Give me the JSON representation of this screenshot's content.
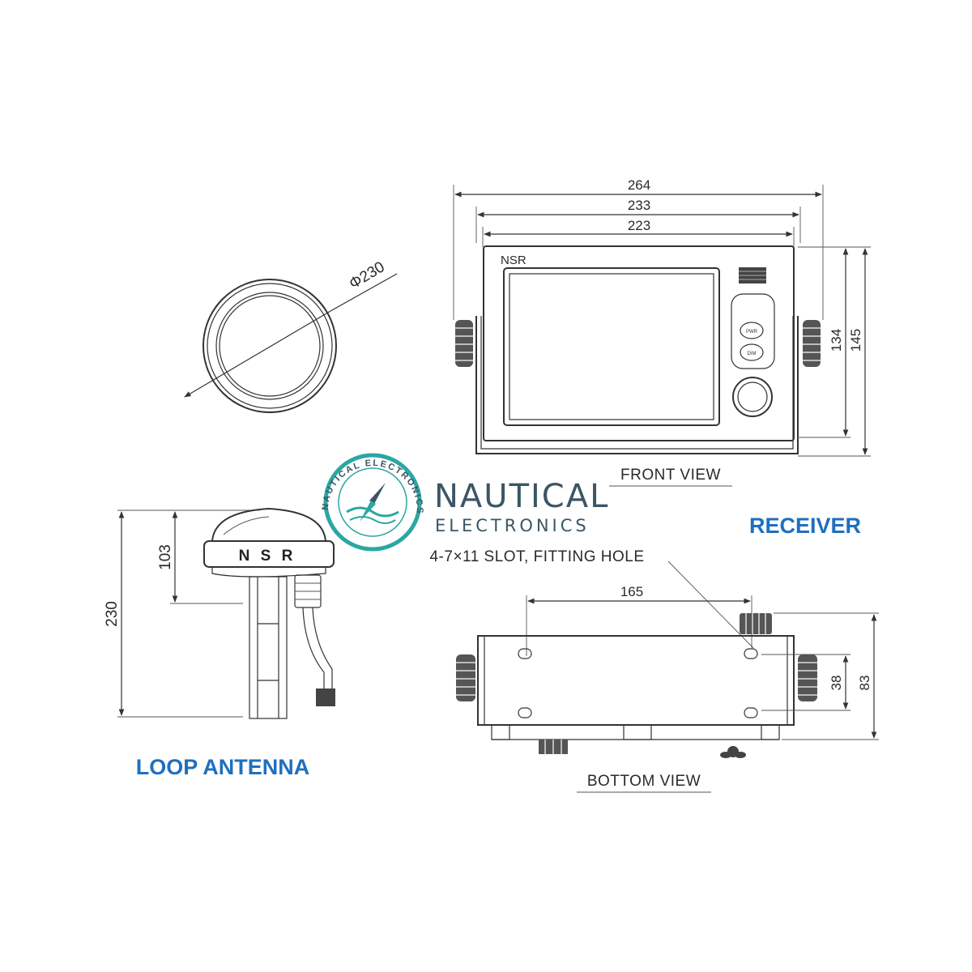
{
  "colors": {
    "title": "#1f6fbf",
    "brand": "#3b5664",
    "teal": "#2aa7a3",
    "line": "#333333"
  },
  "front_view": {
    "caption": "FRONT VIEW",
    "brand_label": "NSR",
    "dims": {
      "width_overall": "264",
      "width_bracket": "233",
      "width_case": "223",
      "height_case": "134",
      "height_overall": "145"
    },
    "key_labels": [
      "PWR",
      "DIM"
    ]
  },
  "antenna_top": {
    "diameter": "Φ230"
  },
  "antenna_side": {
    "label": "N S R",
    "dims": {
      "dome_height": "103",
      "total_height": "230"
    }
  },
  "bottom_view": {
    "caption": "BOTTOM VIEW",
    "slot_note": "4-7×11 SLOT, FITTING HOLE",
    "dims": {
      "hole_spacing": "165",
      "depth_holes": "38",
      "depth_total": "83"
    }
  },
  "titles": {
    "receiver": "RECEIVER",
    "antenna": "LOOP ANTENNA"
  },
  "logo": {
    "line1": "NAUTICAL",
    "line2": "ELECTRONICS",
    "ring_text": "NAUTICAL ELECTRONICS"
  }
}
